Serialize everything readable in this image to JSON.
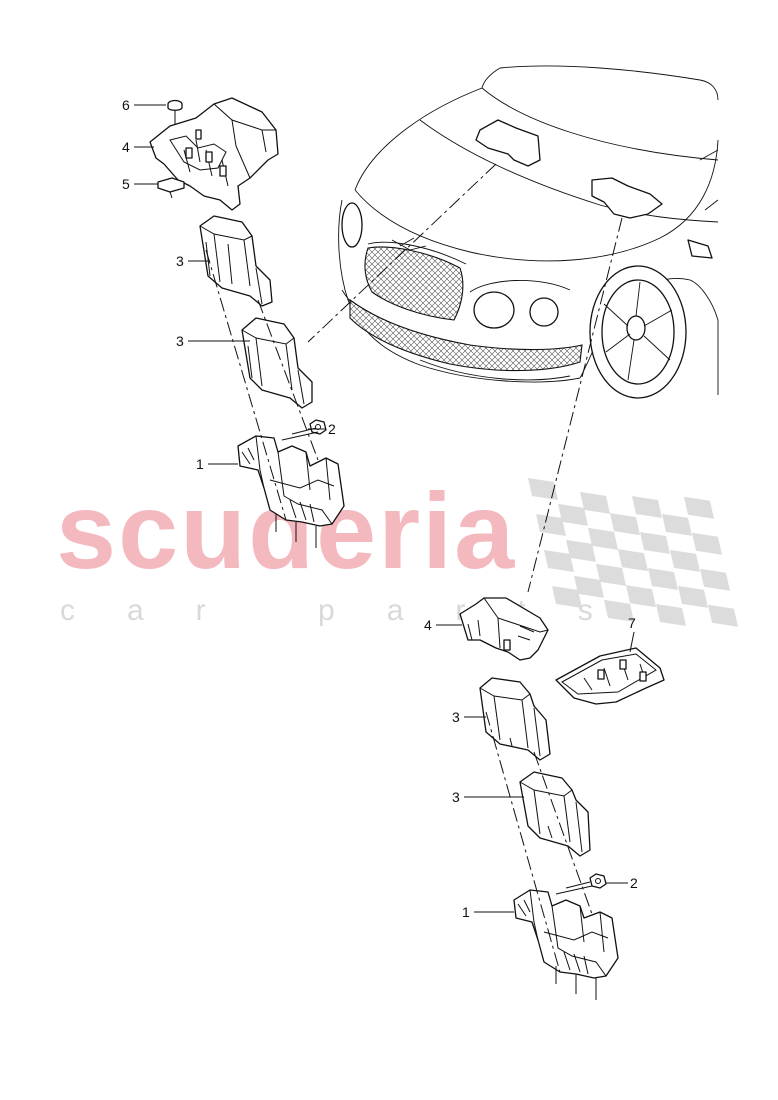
{
  "watermark": {
    "main_text": "scuderia",
    "sub_text": "car parts",
    "main_color": "#f4b8bf",
    "sub_color": "#d9d9d9",
    "flag_color": "#dcdcdc"
  },
  "callouts": [
    {
      "id": "c-6-top",
      "label": "6"
    },
    {
      "id": "c-4-top",
      "label": "4"
    },
    {
      "id": "c-5-top",
      "label": "5"
    },
    {
      "id": "c-3-top-a",
      "label": "3"
    },
    {
      "id": "c-3-top-b",
      "label": "3"
    },
    {
      "id": "c-2-top",
      "label": "2"
    },
    {
      "id": "c-1-top",
      "label": "1"
    },
    {
      "id": "c-4-bottom",
      "label": "4"
    },
    {
      "id": "c-7-bottom",
      "label": "7"
    },
    {
      "id": "c-3-bottom-a",
      "label": "3"
    },
    {
      "id": "c-3-bottom-b",
      "label": "3"
    },
    {
      "id": "c-2-bottom",
      "label": "2"
    },
    {
      "id": "c-1-bottom",
      "label": "1"
    }
  ]
}
